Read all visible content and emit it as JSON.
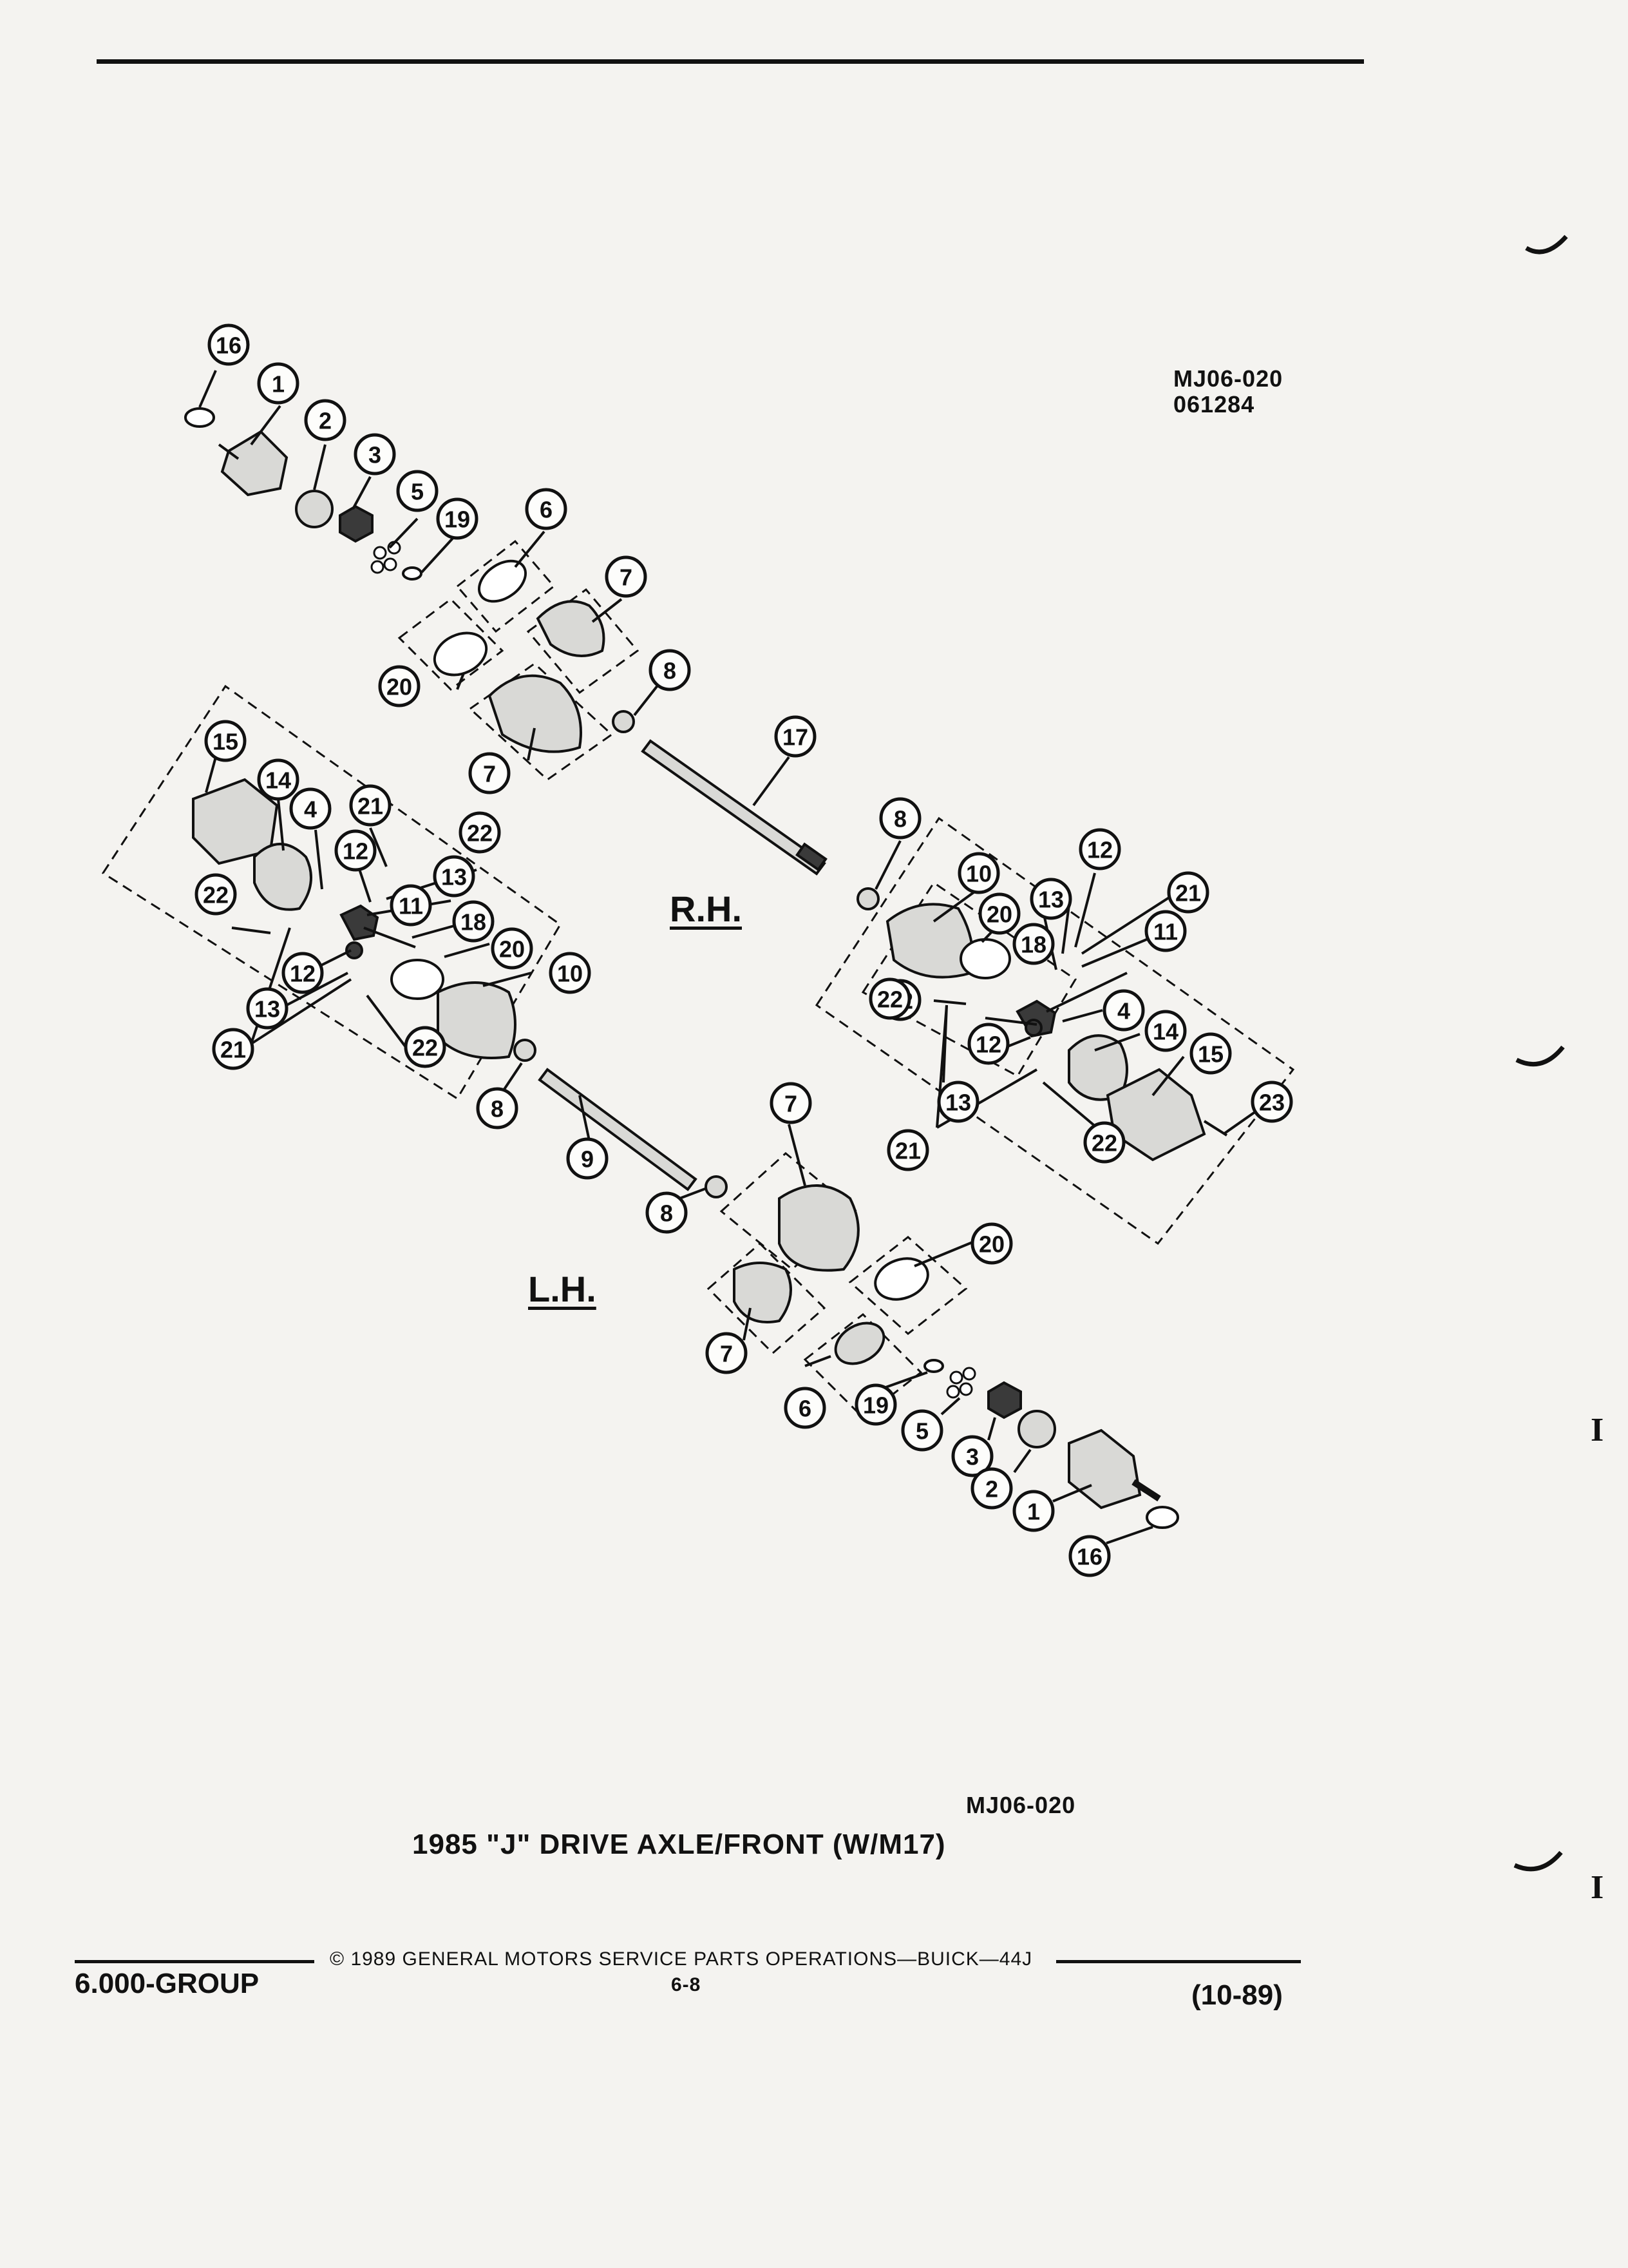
{
  "figure_codes": {
    "top": "MJ06-020",
    "top_date": "061284",
    "bottom": "MJ06-020"
  },
  "side_labels": {
    "right": "R.H.",
    "left": "L.H."
  },
  "caption": "1985 \"J\" DRIVE AXLE/FRONT (W/M17)",
  "footer": {
    "group": "6.000-GROUP",
    "copyright": "© 1989 GENERAL MOTORS SERVICE PARTS OPERATIONS—BUICK—44J",
    "page": "6-8",
    "revision": "(10-89)"
  },
  "margin_marks": [
    "I",
    "I"
  ],
  "callouts": {
    "upper": [
      "16",
      "1",
      "2",
      "3",
      "5",
      "19",
      "6",
      "7",
      "20",
      "7",
      "8",
      "17"
    ],
    "rh_joint": [
      "8",
      "10",
      "20",
      "22",
      "13",
      "21",
      "12",
      "18",
      "11",
      "22",
      "4",
      "14",
      "15",
      "12",
      "13",
      "21",
      "22",
      "23"
    ],
    "lh_joint": [
      "15",
      "14",
      "4",
      "21",
      "12",
      "22",
      "13",
      "11",
      "22",
      "12",
      "18",
      "20",
      "10",
      "13",
      "21",
      "22",
      "8",
      "9"
    ],
    "lower": [
      "7",
      "8",
      "20",
      "7",
      "6",
      "19",
      "5",
      "3",
      "2",
      "1",
      "16"
    ]
  }
}
